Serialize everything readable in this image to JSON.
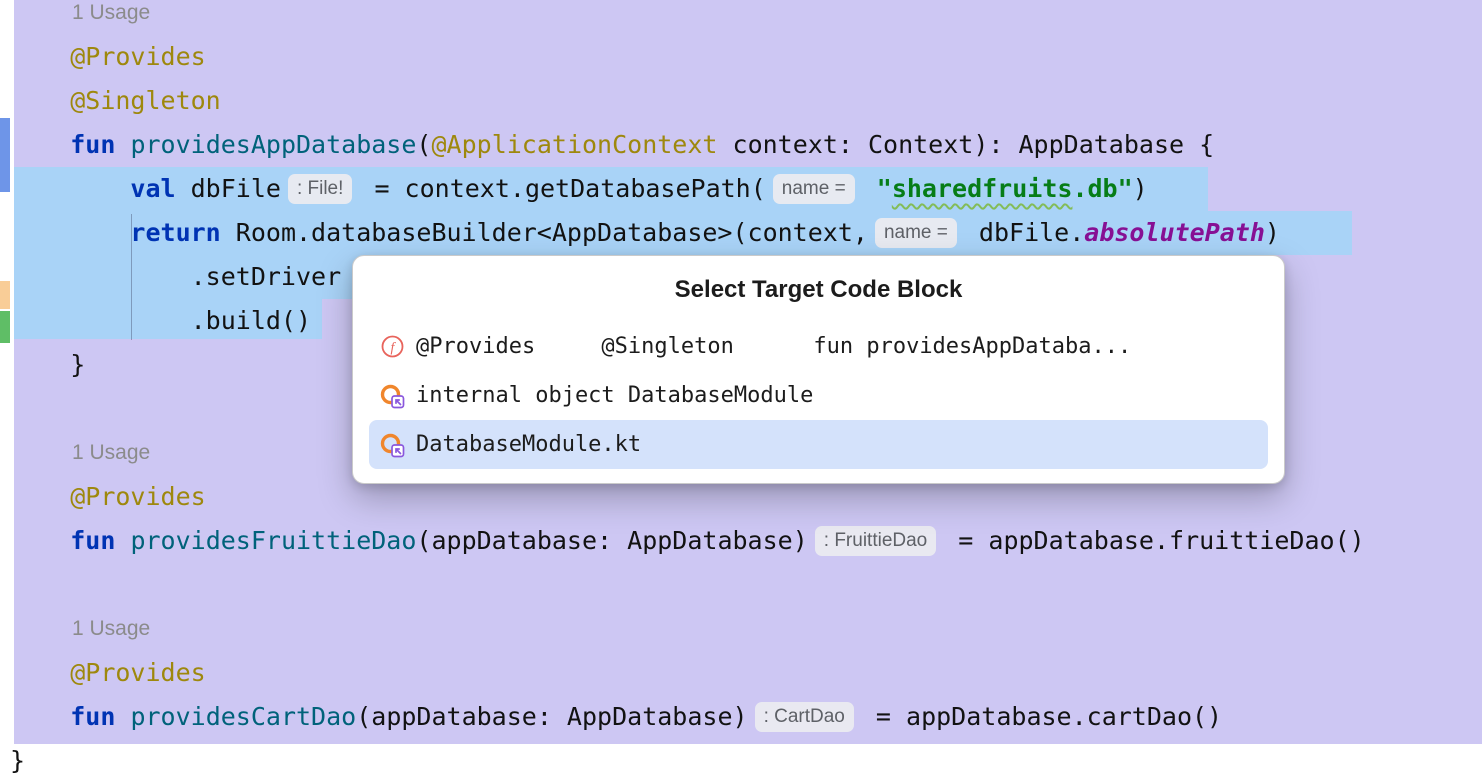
{
  "theme": {
    "scope_highlight": "#cdc7f3",
    "line_selection": "#a9d3f7",
    "popup_selection": "#d4e2fb",
    "keyword": "#0033b3",
    "function_decl": "#00627a",
    "annotation": "#9e880d",
    "string": "#067d17",
    "property": "#871094",
    "usage_hint": "#8b8b8b"
  },
  "editor": {
    "gutter_markers": [
      {
        "name": "modified",
        "color": "#6e95e8"
      },
      {
        "name": "warning",
        "color": "#f9cd97"
      },
      {
        "name": "added",
        "color": "#5fbe66"
      }
    ],
    "lines": [
      {
        "usage": "1 Usage"
      },
      {
        "tokens": [
          {
            "c": "plain",
            "t": "    "
          },
          {
            "c": "ann",
            "t": "@Provides"
          }
        ]
      },
      {
        "tokens": [
          {
            "c": "plain",
            "t": "    "
          },
          {
            "c": "ann",
            "t": "@Singleton"
          }
        ]
      },
      {
        "tokens": [
          {
            "c": "plain",
            "t": "    "
          },
          {
            "c": "kw",
            "t": "fun"
          },
          {
            "c": "plain",
            "t": " "
          },
          {
            "c": "fn",
            "t": "providesAppDatabase"
          },
          {
            "c": "plain",
            "t": "("
          },
          {
            "c": "ann",
            "t": "@ApplicationContext"
          },
          {
            "c": "plain",
            "t": " context: Context): AppDatabase {"
          }
        ]
      },
      {
        "tokens": [
          {
            "c": "plain",
            "t": "        "
          },
          {
            "c": "kw",
            "t": "val"
          },
          {
            "c": "plain",
            "t": " dbFile"
          },
          {
            "chip": true,
            "t": ": File!"
          },
          {
            "c": "plain",
            "t": " = context.getDatabasePath("
          },
          {
            "chip": true,
            "t": "name ="
          },
          {
            "c": "plain",
            "t": " "
          },
          {
            "c": "str",
            "t": "\""
          },
          {
            "c": "str",
            "u": true,
            "t": "sharedfruits"
          },
          {
            "c": "str",
            "t": ".db\""
          },
          {
            "c": "plain",
            "t": ")"
          }
        ]
      },
      {
        "tokens": [
          {
            "c": "plain",
            "t": "        "
          },
          {
            "c": "kw",
            "t": "return"
          },
          {
            "c": "plain",
            "t": " Room.databaseBuilder<AppDatabase>(context,"
          },
          {
            "chip": true,
            "t": "name ="
          },
          {
            "c": "plain",
            "t": " dbFile."
          },
          {
            "c": "prop",
            "t": "absolutePath"
          },
          {
            "c": "plain",
            "t": ")"
          }
        ]
      },
      {
        "tokens": [
          {
            "c": "plain",
            "t": "            .setDriver"
          }
        ]
      },
      {
        "tokens": [
          {
            "c": "plain",
            "t": "            .build()"
          }
        ]
      },
      {
        "tokens": [
          {
            "c": "plain",
            "t": "    }"
          }
        ]
      },
      {
        "tokens": []
      },
      {
        "usage": "1 Usage"
      },
      {
        "tokens": [
          {
            "c": "plain",
            "t": "    "
          },
          {
            "c": "ann",
            "t": "@Provides"
          }
        ]
      },
      {
        "tokens": [
          {
            "c": "plain",
            "t": "    "
          },
          {
            "c": "kw",
            "t": "fun"
          },
          {
            "c": "plain",
            "t": " "
          },
          {
            "c": "fn",
            "t": "providesFruittieDao"
          },
          {
            "c": "plain",
            "t": "(appDatabase: AppDatabase)"
          },
          {
            "chip": true,
            "t": ": FruittieDao"
          },
          {
            "c": "plain",
            "t": " = appDatabase.fruittieDao()"
          }
        ]
      },
      {
        "tokens": []
      },
      {
        "usage": "1 Usage"
      },
      {
        "tokens": [
          {
            "c": "plain",
            "t": "    "
          },
          {
            "c": "ann",
            "t": "@Provides"
          }
        ]
      },
      {
        "tokens": [
          {
            "c": "plain",
            "t": "    "
          },
          {
            "c": "kw",
            "t": "fun"
          },
          {
            "c": "plain",
            "t": " "
          },
          {
            "c": "fn",
            "t": "providesCartDao"
          },
          {
            "c": "plain",
            "t": "(appDatabase: AppDatabase)"
          },
          {
            "chip": true,
            "t": ": CartDao"
          },
          {
            "c": "plain",
            "t": " = appDatabase.cartDao()"
          }
        ]
      },
      {
        "tokens": [
          {
            "c": "plain",
            "t": "}"
          }
        ]
      }
    ]
  },
  "popup": {
    "title": "Select Target Code Block",
    "items": [
      {
        "icon": "function-icon",
        "label": "@Provides     @Singleton      fun providesAppDataba...",
        "selected": false
      },
      {
        "icon": "kotlin-object-icon",
        "label": "internal object DatabaseModule",
        "selected": false
      },
      {
        "icon": "kotlin-file-icon",
        "label": "DatabaseModule.kt",
        "selected": true
      }
    ]
  }
}
